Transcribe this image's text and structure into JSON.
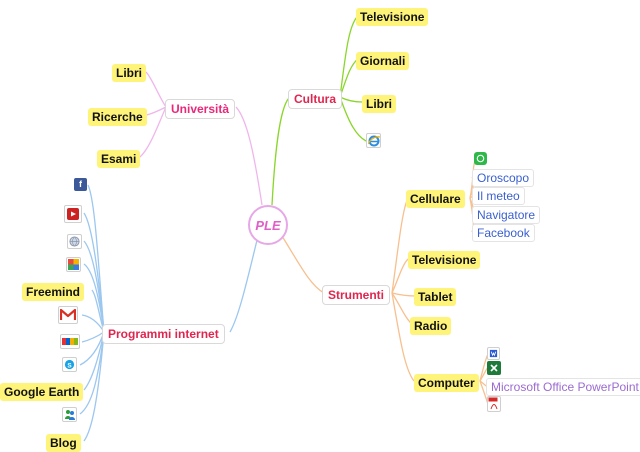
{
  "center": {
    "label": "PLE"
  },
  "branches": {
    "universita": {
      "label": "Università",
      "children": [
        "Libri",
        "Ricerche",
        "Esami"
      ]
    },
    "cultura": {
      "label": "Cultura",
      "children": [
        "Televisione",
        "Giornali",
        "Libri"
      ]
    },
    "strumenti": {
      "label": "Strumenti",
      "cellulare": {
        "label": "Cellulare",
        "apps": [
          "Oroscopo",
          "Il meteo",
          "Navigatore",
          "Facebook"
        ]
      },
      "televisione": "Televisione",
      "tablet": "Tablet",
      "radio": "Radio",
      "computer": {
        "label": "Computer",
        "software": "Microsoft Office PowerPoint"
      }
    },
    "programmi": {
      "label": "Programmi internet",
      "children": [
        "Freemind",
        "Google Earth",
        "Blog"
      ]
    }
  },
  "icons": {
    "programmi": [
      "facebook-icon",
      "youtube-icon",
      "globe-icon",
      "picasa-icon",
      "gmail-icon",
      "ebay-icon",
      "skype-icon",
      "messenger-icon"
    ],
    "cultura": [
      "internet-explorer-icon"
    ],
    "cellulare": [
      "whatsapp-icon"
    ],
    "computer": [
      "word-icon",
      "excel-icon",
      "pdf-icon"
    ]
  },
  "colors": {
    "universita": "#f0b6ec",
    "cultura": "#8ad62a",
    "strumenti": "#f7c08f",
    "programmi": "#9cc7ef",
    "node_fill": "#fff47a"
  }
}
